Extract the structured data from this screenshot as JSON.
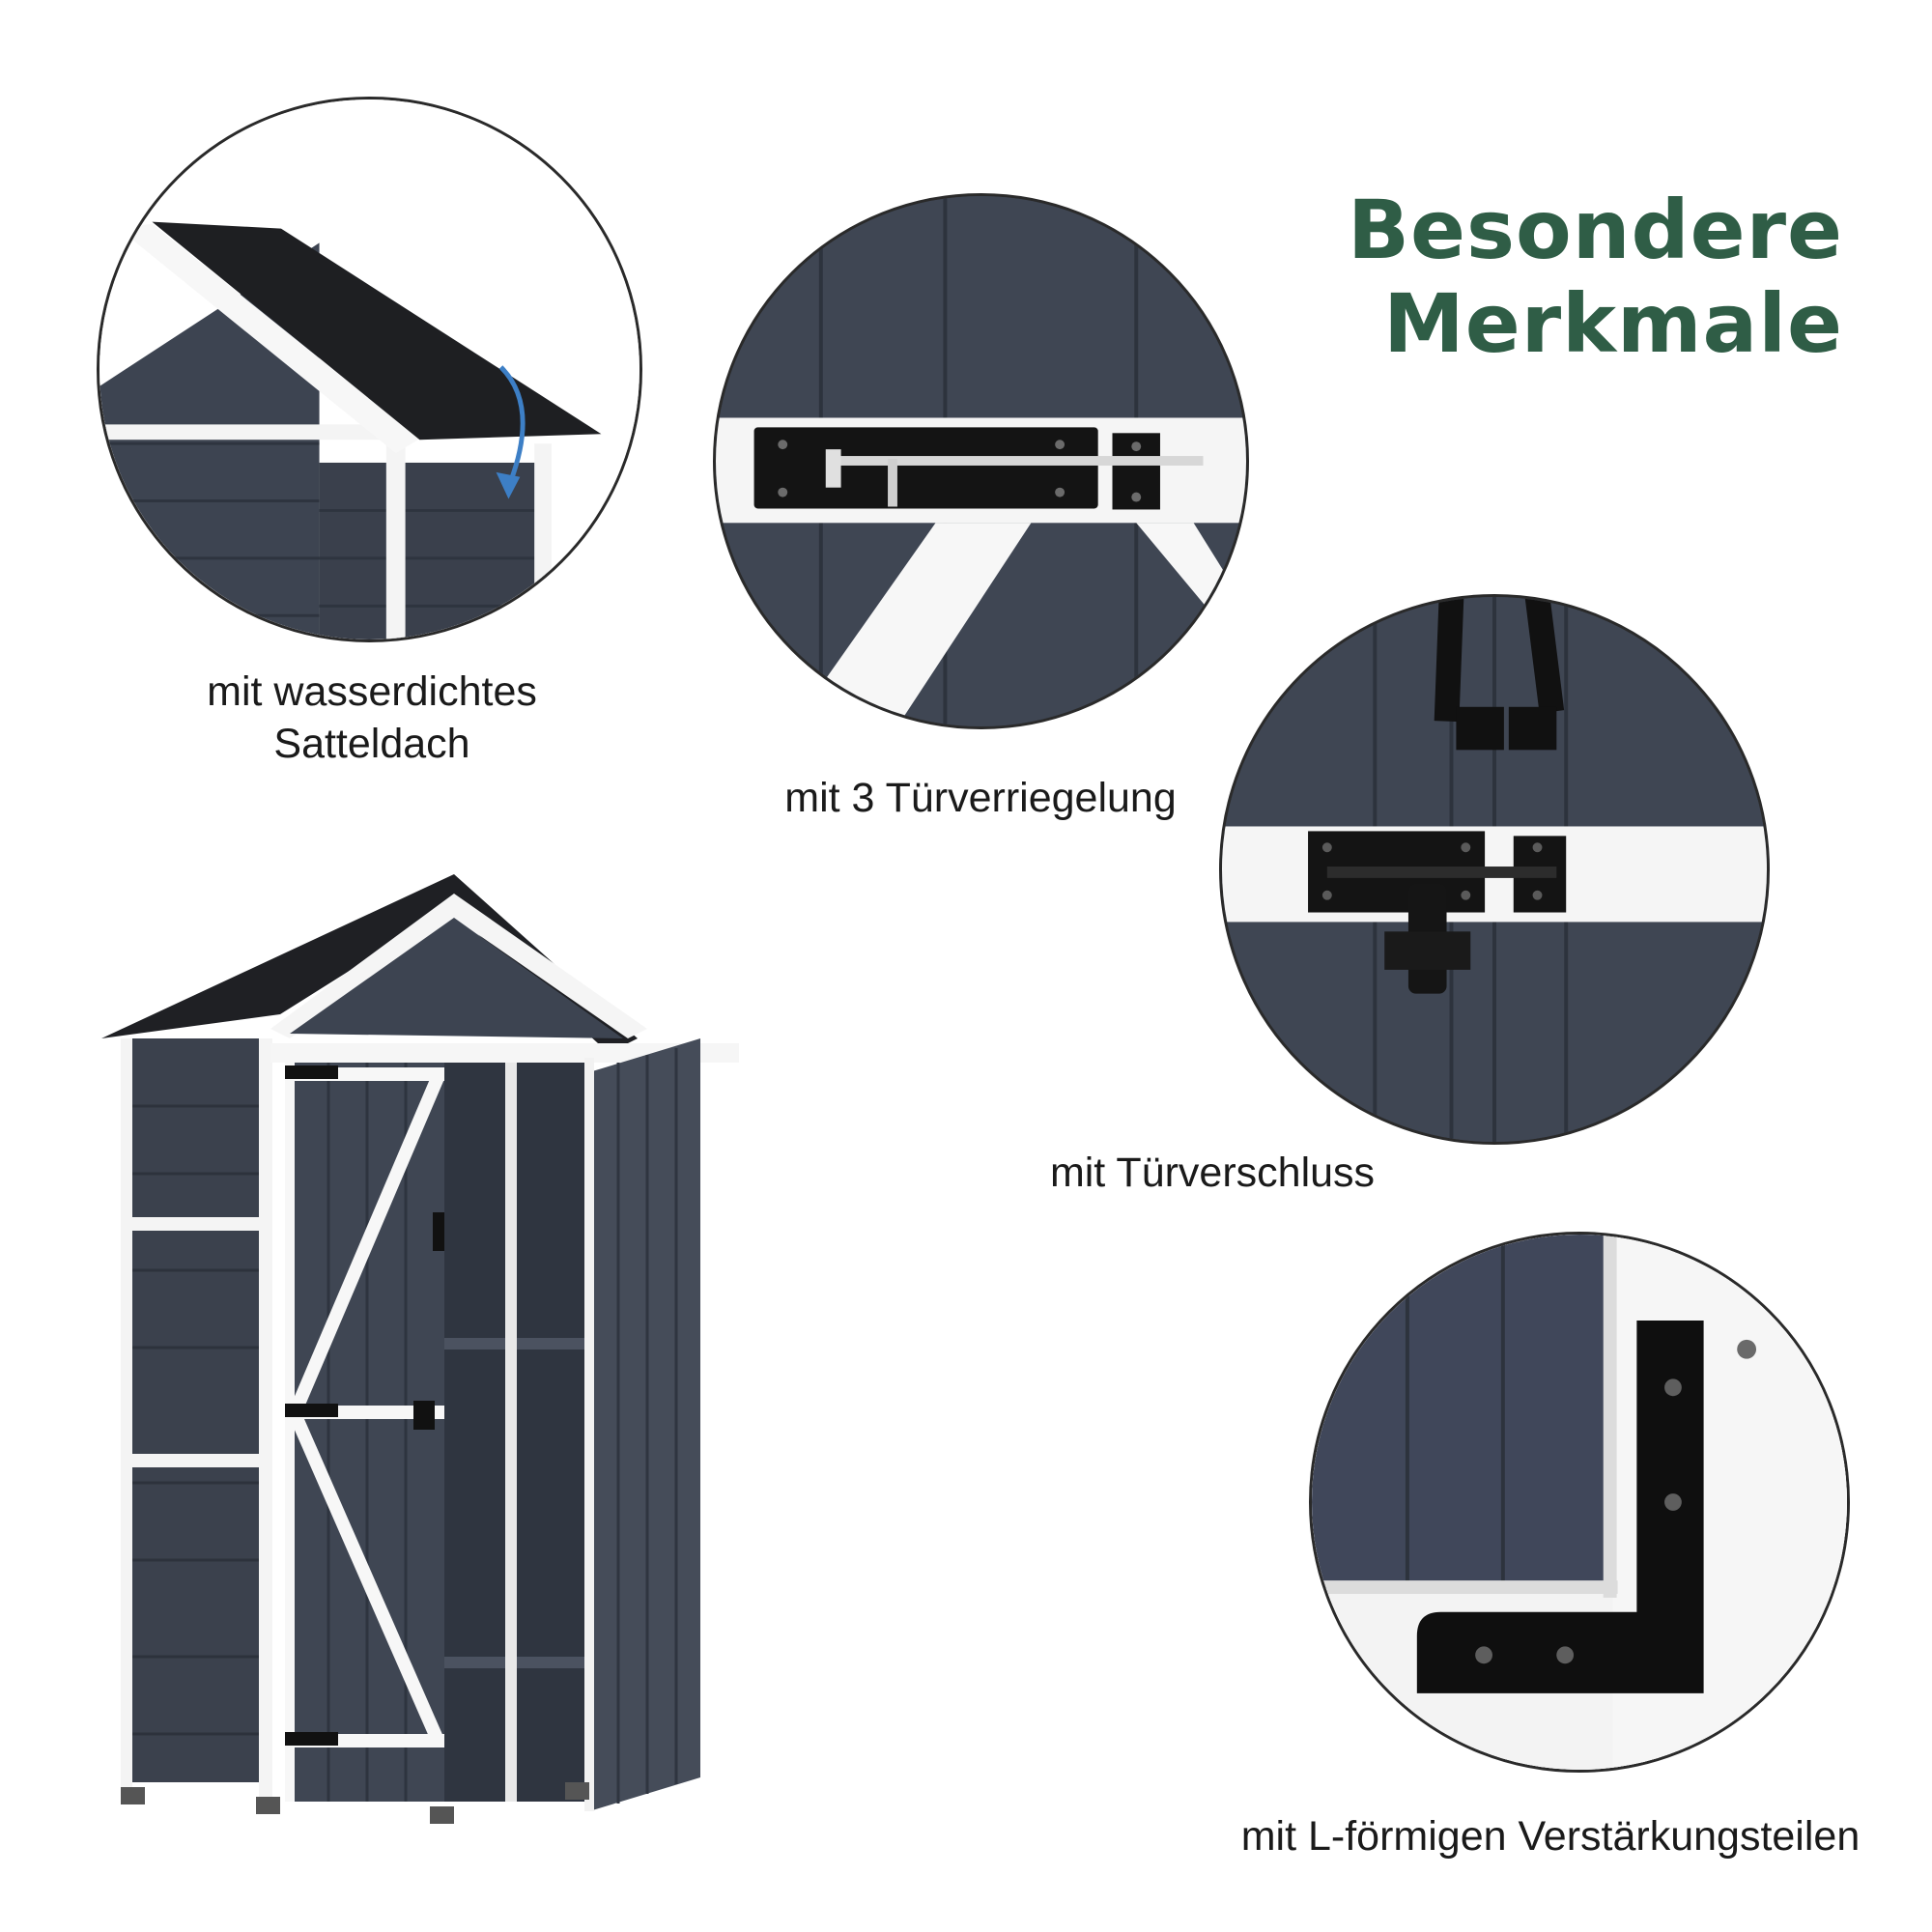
{
  "title": {
    "line1": "Besondere",
    "line2": "Merkmale",
    "color": "#2f5d46"
  },
  "features": [
    {
      "icon": "roof-detail",
      "caption_line1": "mit wasserdichtes",
      "caption_line2": "Satteldach"
    },
    {
      "icon": "door-bolt-detail",
      "caption": "mit 3 Türverriegelung"
    },
    {
      "icon": "door-lock-detail",
      "caption": "mit Türverschluss"
    },
    {
      "icon": "l-bracket-detail",
      "caption": "mit L-förmigen Verstärkungsteilen"
    }
  ],
  "colors": {
    "wood": "#3d4451",
    "trim": "#ffffff",
    "hardware": "#111111",
    "roof": "#1e1f22"
  }
}
